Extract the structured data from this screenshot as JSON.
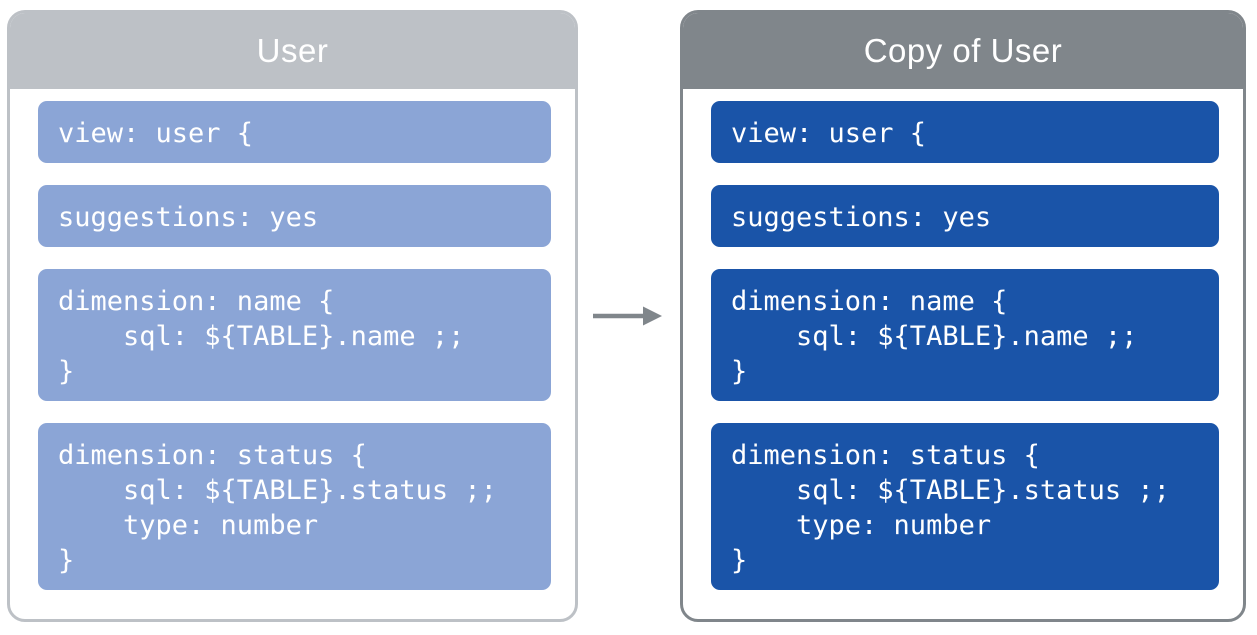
{
  "page": {
    "background_color": "#FFFFFF"
  },
  "arrow": {
    "icon": "right-arrow",
    "color": "#80868B",
    "direction": "left-to-right"
  },
  "panels": [
    {
      "id": "user",
      "title": "User",
      "header_color": "#BDC1C6",
      "border_color": "#BDC1C6",
      "block_color": "#8BA5D6",
      "text_color": "#FFFFFF",
      "blocks": [
        {
          "code": "view: user {"
        },
        {
          "code": "suggestions: yes"
        },
        {
          "code": "dimension: name {\n    sql: ${TABLE}.name ;;\n}"
        },
        {
          "code": "dimension: status {\n    sql: ${TABLE}.status ;;\n    type: number\n}"
        }
      ]
    },
    {
      "id": "copy-of-user",
      "title": "Copy of User",
      "header_color": "#80868B",
      "border_color": "#80868B",
      "block_color": "#1A54A8",
      "text_color": "#FFFFFF",
      "blocks": [
        {
          "code": "view: user {"
        },
        {
          "code": "suggestions: yes"
        },
        {
          "code": "dimension: name {\n    sql: ${TABLE}.name ;;\n}"
        },
        {
          "code": "dimension: status {\n    sql: ${TABLE}.status ;;\n    type: number\n}"
        }
      ]
    }
  ]
}
